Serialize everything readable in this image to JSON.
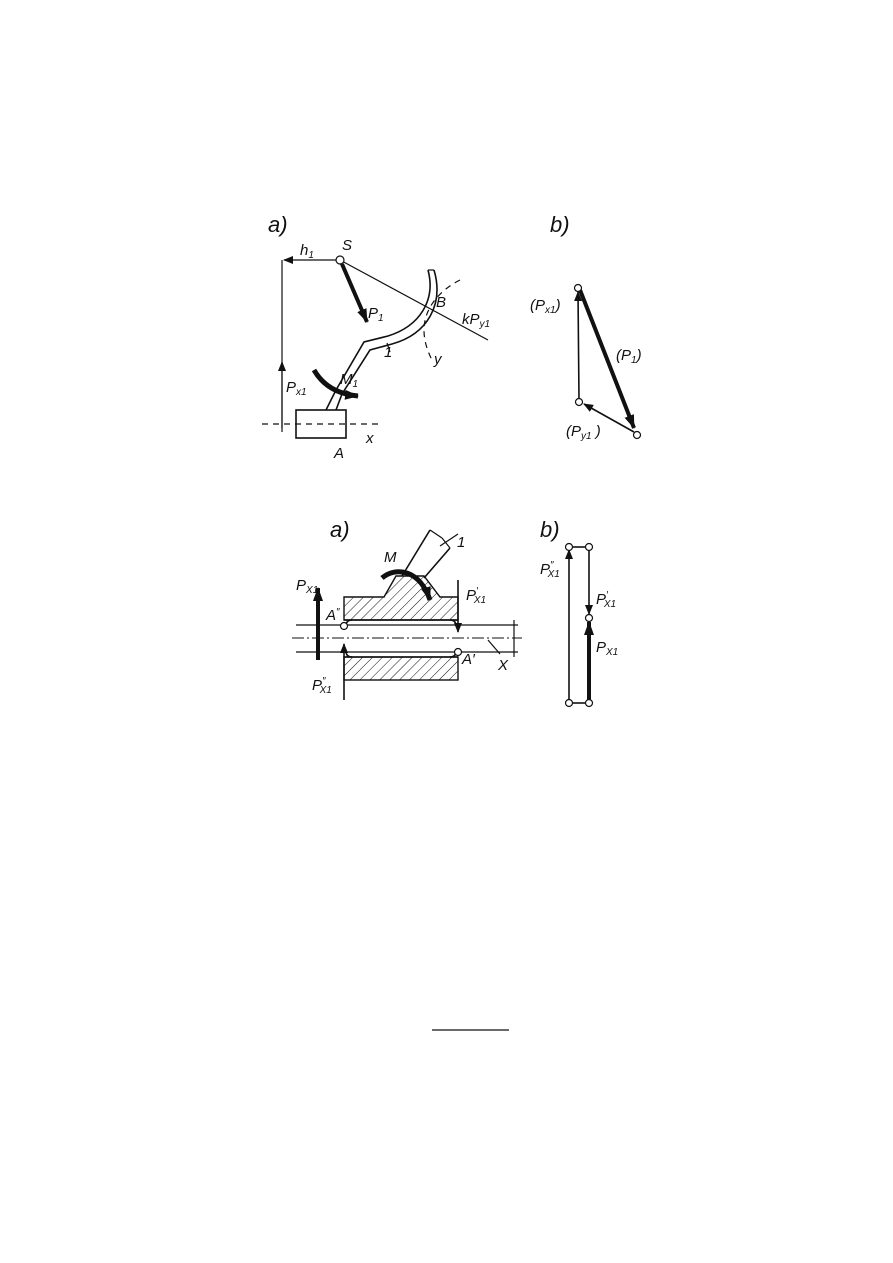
{
  "figure1": {
    "panel_a": "a)",
    "panel_b": "b)",
    "labels": {
      "h": "h",
      "h_sub": "1",
      "S": "S",
      "P1": "P",
      "P1_sub": "1",
      "B": "B",
      "kPy": "kP",
      "kPy_sub": "y1",
      "one": "1",
      "y": "y",
      "M": "M",
      "M_sub": "1",
      "Px": "P",
      "Px_sub": "x1",
      "x": "x",
      "A": "A"
    },
    "triangle_labels": {
      "Px_open": "(P",
      "Px_sub": "x1",
      "Px_close": ")",
      "P1_open": "(P",
      "P1_sub": "1",
      "P1_close": ")",
      "Py_open": "(P",
      "Py_sub": "y1",
      "Py_close": " )"
    }
  },
  "figure2": {
    "panel_a": "a)",
    "panel_b": "b)",
    "labels": {
      "M": "M",
      "one": "1",
      "Px_left": "P",
      "Px_left_sub": "X1",
      "Pxp": "P",
      "Pxp_prime": "′",
      "Pxp_sub": "X1",
      "App": "A",
      "App_prime": "″",
      "Ap": "A′",
      "Pxpp": "P",
      "Pxpp_prime": "″",
      "Pxpp_sub": "X1",
      "X": "X"
    },
    "polygon_labels": {
      "Pxpp": "P",
      "Pxpp_prime": "″",
      "Pxpp_sub": "X1",
      "Pxp": "P",
      "Pxp_prime": "′",
      "Pxp_sub": "X1",
      "Px": "P",
      "Px_sub": "X1"
    }
  }
}
